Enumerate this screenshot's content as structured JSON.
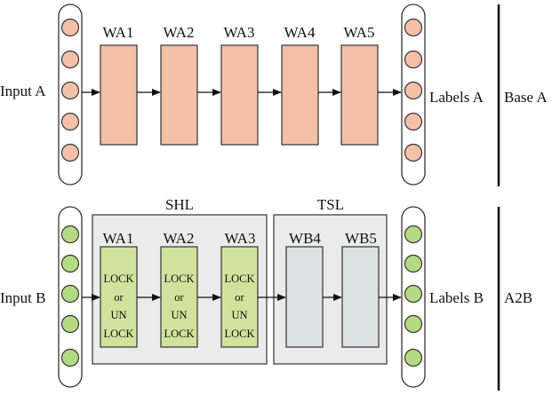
{
  "colors": {
    "neuron_a": "#f4c0a8",
    "neuron_b": "#b5da84",
    "layer_a": "#f4c0a8",
    "layer_b_locked": "#cfe39c",
    "layer_b_new": "#dce1e2",
    "group_box": "#ebebeb",
    "stroke": "#333333"
  },
  "base_a": {
    "input_label": "Input A",
    "output_label": "Labels A",
    "row_label": "Base A",
    "layers": [
      "WA1",
      "WA2",
      "WA3",
      "WA4",
      "WA5"
    ]
  },
  "a2b": {
    "input_label": "Input B",
    "output_label": "Labels B",
    "row_label": "A2B",
    "shl_label": "SHL",
    "tsl_label": "TSL",
    "shared_layers": [
      "WA1",
      "WA2",
      "WA3"
    ],
    "shared_text": [
      "LOCK",
      "or",
      "UN",
      "LOCK"
    ],
    "new_layers": [
      "WB4",
      "WB5"
    ]
  }
}
